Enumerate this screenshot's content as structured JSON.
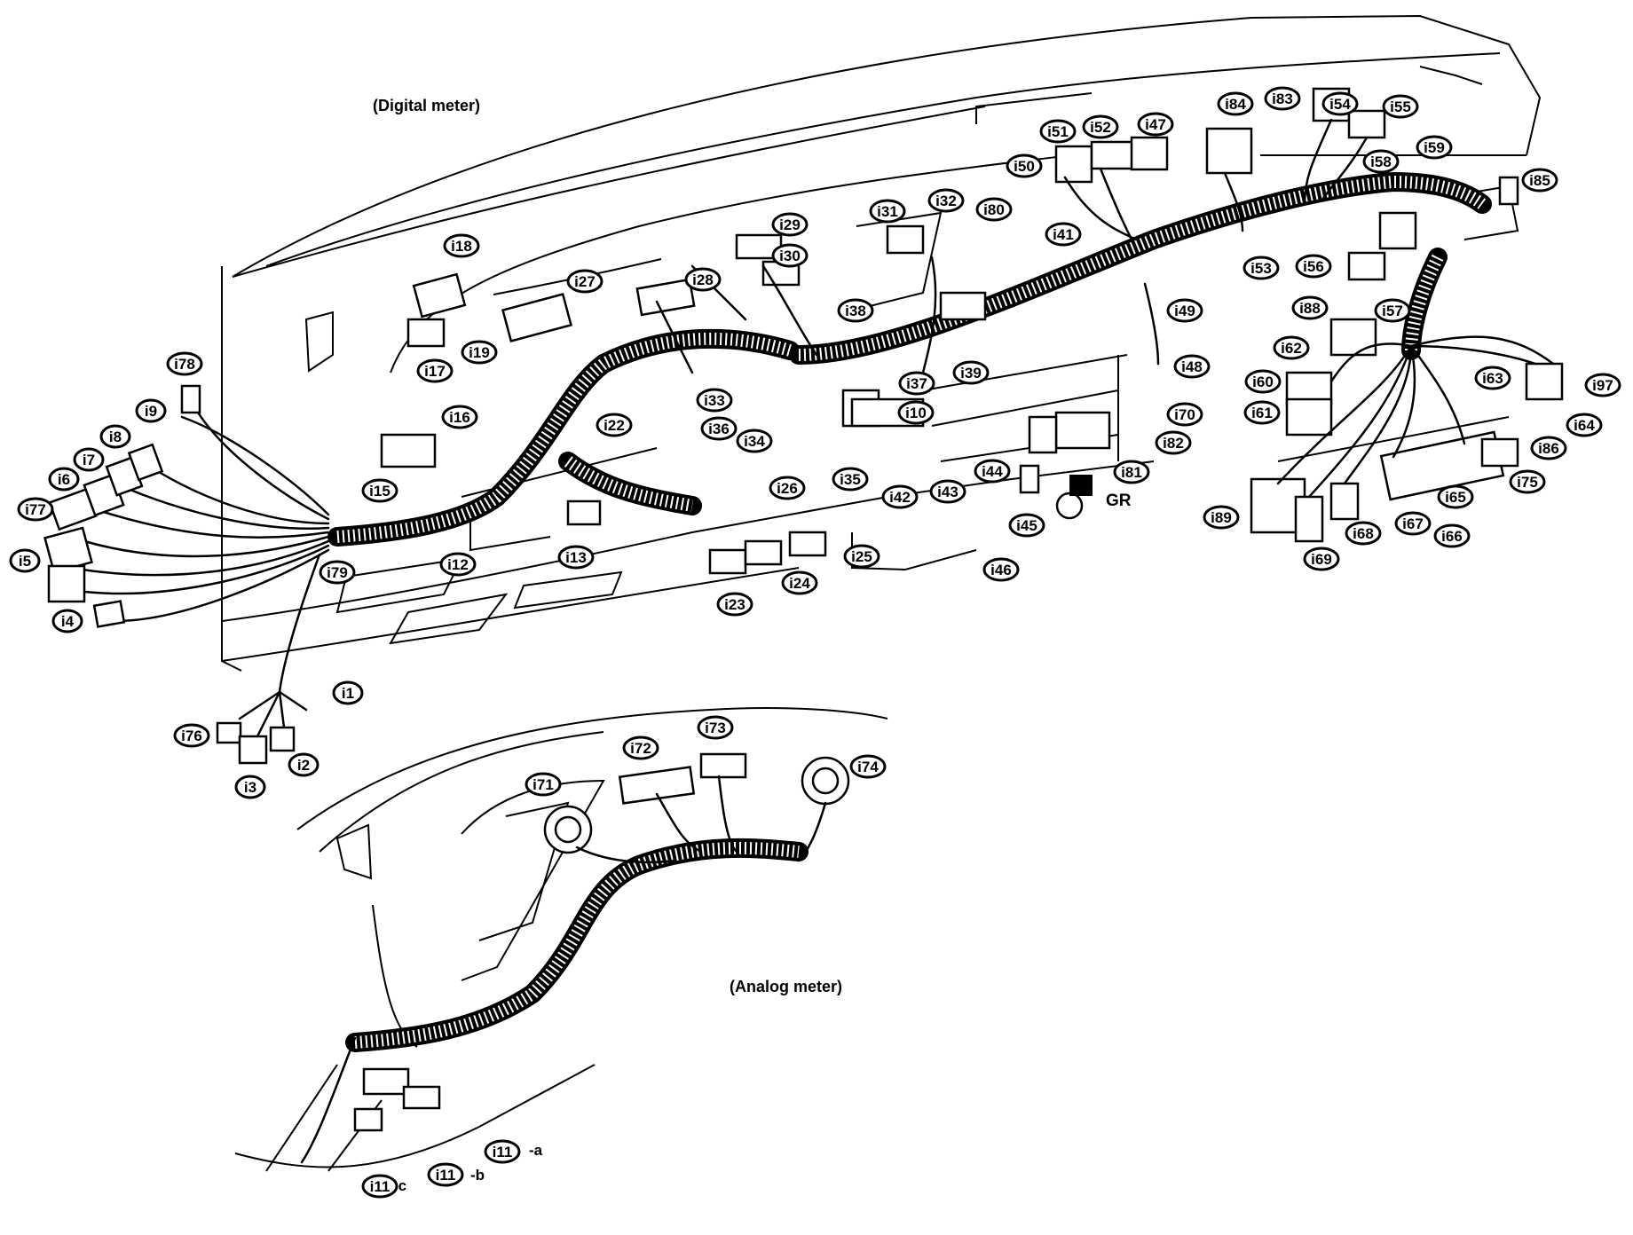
{
  "headings": {
    "digital": "(Digital meter)",
    "analog": "(Analog meter)"
  },
  "ground_label": "GR",
  "suffixes": {
    "a": "-a",
    "b": "-b",
    "c": "-c"
  },
  "callouts": [
    "i78",
    "i9",
    "i8",
    "i7",
    "i6",
    "i77",
    "i5",
    "i4",
    "i18",
    "i27",
    "i17",
    "i19",
    "i16",
    "i15",
    "i12",
    "i79",
    "i13",
    "i22",
    "i28",
    "i29",
    "i30",
    "i31",
    "i32",
    "i38",
    "i33",
    "i36",
    "i34",
    "i37",
    "i10",
    "i26",
    "i35",
    "i42",
    "i25",
    "i24",
    "i23",
    "i51",
    "i52",
    "i47",
    "i50",
    "i80",
    "i41",
    "i39",
    "i43",
    "i44",
    "i45",
    "i46",
    "i49",
    "i48",
    "i70",
    "i82",
    "i81",
    "i84",
    "i83",
    "i54",
    "i55",
    "i58",
    "i59",
    "i85",
    "i53",
    "i56",
    "i88",
    "i57",
    "i62",
    "i60",
    "i61",
    "i63",
    "i97",
    "i64",
    "i86",
    "i75",
    "i65",
    "i66",
    "i67",
    "i68",
    "i69",
    "i89",
    "i1",
    "i76",
    "i2",
    "i3",
    "i71",
    "i72",
    "i73",
    "i74",
    "i11",
    "i11",
    "i11"
  ]
}
